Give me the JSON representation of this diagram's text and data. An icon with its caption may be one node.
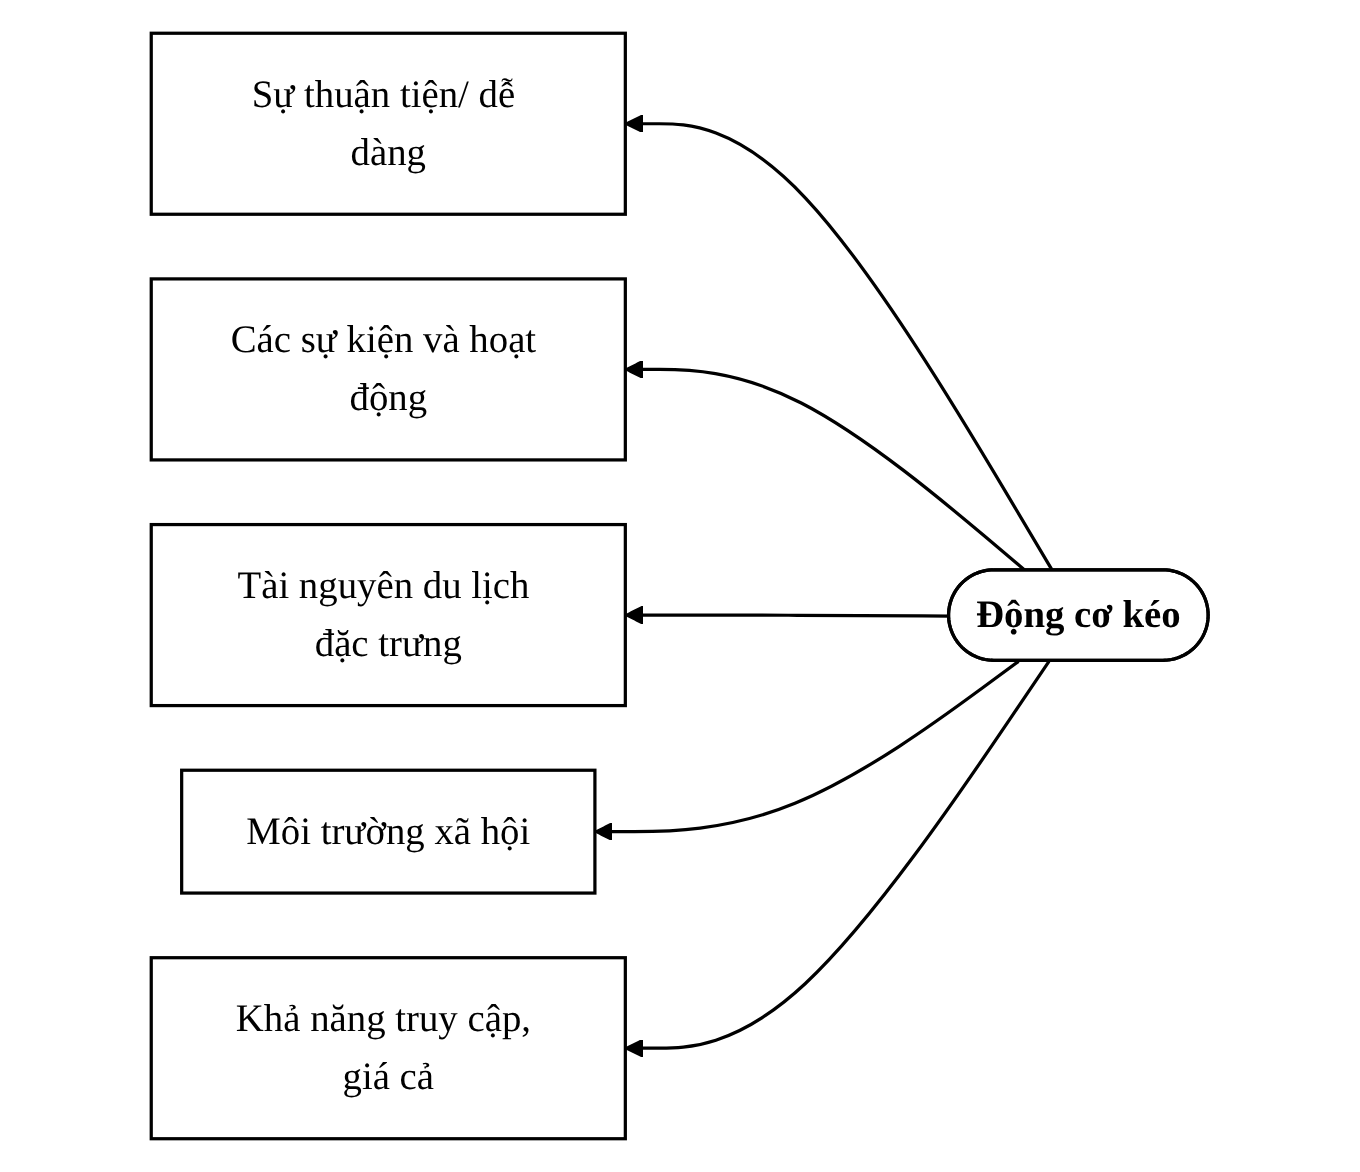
{
  "diagram": {
    "nodes": [
      {
        "text": [
          "Sự thuận tiện/ dễ dàng"
        ]
      },
      {
        "text": [
          "Các sự kiện và hoạt động"
        ]
      },
      {
        "text": [
          "Tài nguyên du lịch đặc trưng"
        ]
      },
      {
        "text": [
          "Môi trường xã hội"
        ]
      },
      {
        "text": [
          "Khả năng truy cập, giá cả"
        ]
      },
      {
        "text": [
          "Động cơ kéo"
        ]
      }
    ],
    "edges": [
      {
        "from": 5,
        "to": 0,
        "arrow": "to"
      },
      {
        "from": 5,
        "to": 1,
        "arrow": "to"
      },
      {
        "from": 5,
        "to": 2,
        "arrow": "to"
      },
      {
        "from": 5,
        "to": 3,
        "arrow": "to"
      },
      {
        "from": 5,
        "to": 4,
        "arrow": "to"
      }
    ]
  }
}
